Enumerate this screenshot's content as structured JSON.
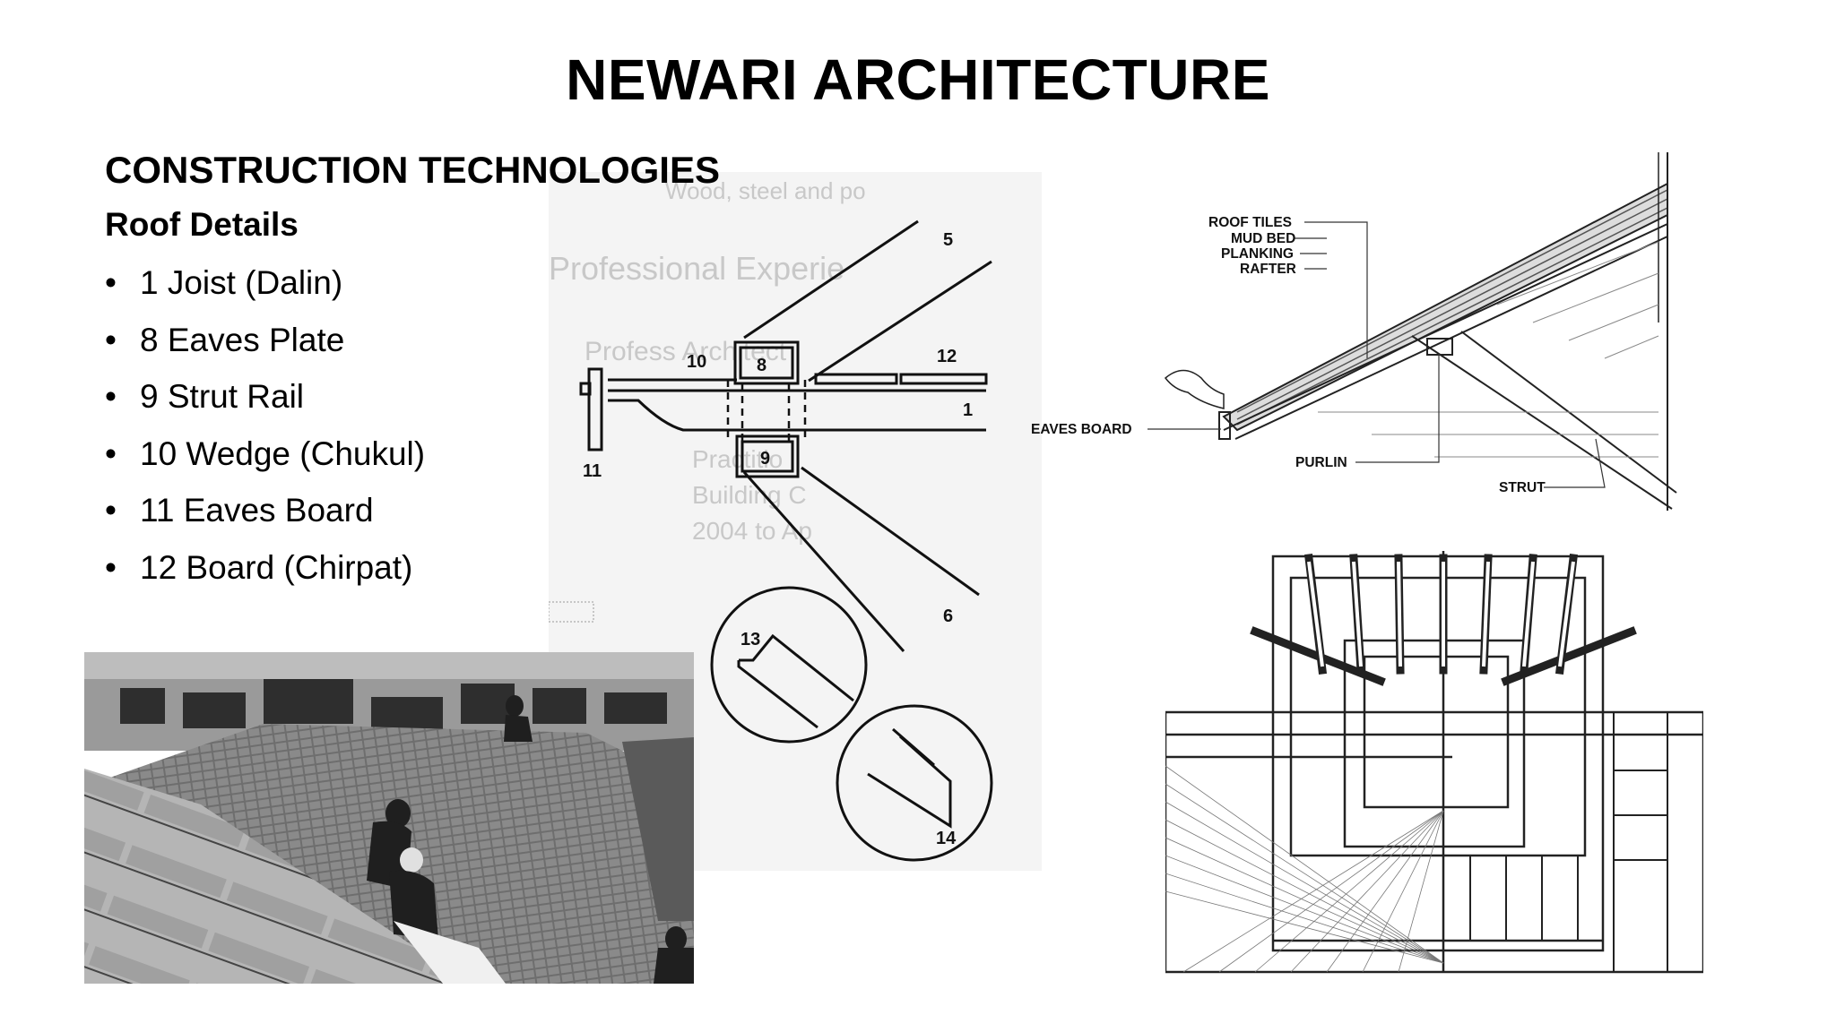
{
  "slide": {
    "title": "NEWARI ARCHITECTURE",
    "subtitle": "CONSTRUCTION TECHNOLOGIES",
    "section_heading": "Roof Details",
    "bullet_char": "•",
    "bullets": [
      "1 Joist (Dalin)",
      "8 Eaves Plate",
      "9 Strut Rail",
      "10 Wedge (Chukul)",
      "11 Eaves Board",
      "12 Board (Chirpat)"
    ]
  },
  "center_drawing": {
    "labels": {
      "n5": "5",
      "n8": "8",
      "n10": "10",
      "n12": "12",
      "n1": "1",
      "n9": "9",
      "n11": "11",
      "n6": "6",
      "n13": "13",
      "n14": "14"
    },
    "faded_text": [
      "Wood, steel and po",
      "Professional Experie",
      "Profess Architect",
      "Practitio",
      "Building C",
      "2004 to Ap"
    ]
  },
  "section_drawing": {
    "labels": {
      "roof_tiles": "ROOF TILES",
      "mud_bed": "MUD BED",
      "planking": "PLANKING",
      "rafter": "RAFTER",
      "eaves_board": "EAVES BOARD",
      "purlin": "PURLIN",
      "strut": "STRUT"
    }
  },
  "photo": {
    "description_icon": "roof-workers-photo"
  }
}
